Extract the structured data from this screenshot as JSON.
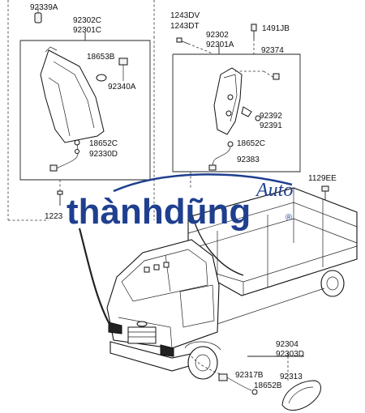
{
  "labels": {
    "p92339A": "92339A",
    "p92302C": "92302C",
    "p92301C": "92301C",
    "p18653B": "18653B",
    "p92340A": "92340A",
    "p18652C_left": "18652C",
    "p92330D": "92330D",
    "p1223": "1223",
    "p1243DV": "1243DV",
    "p1243DT": "1243DT",
    "p1491JB": "1491JB",
    "p92302": "92302",
    "p92301A": "92301A",
    "p92374": "92374",
    "p92392": "92392",
    "p92391": "92391",
    "p18652C_right": "18652C",
    "p92383": "92383",
    "p1129EE": "1129EE",
    "p92304": "92304",
    "p92303D": "92303D",
    "p92317B": "92317B",
    "p92313": "92313",
    "p18652B": "18652B"
  },
  "watermark": {
    "main": "thànhdũng",
    "sub": "Auto",
    "mark": "®"
  },
  "colors": {
    "line": "#222222",
    "watermark": "#1f3f8f"
  }
}
